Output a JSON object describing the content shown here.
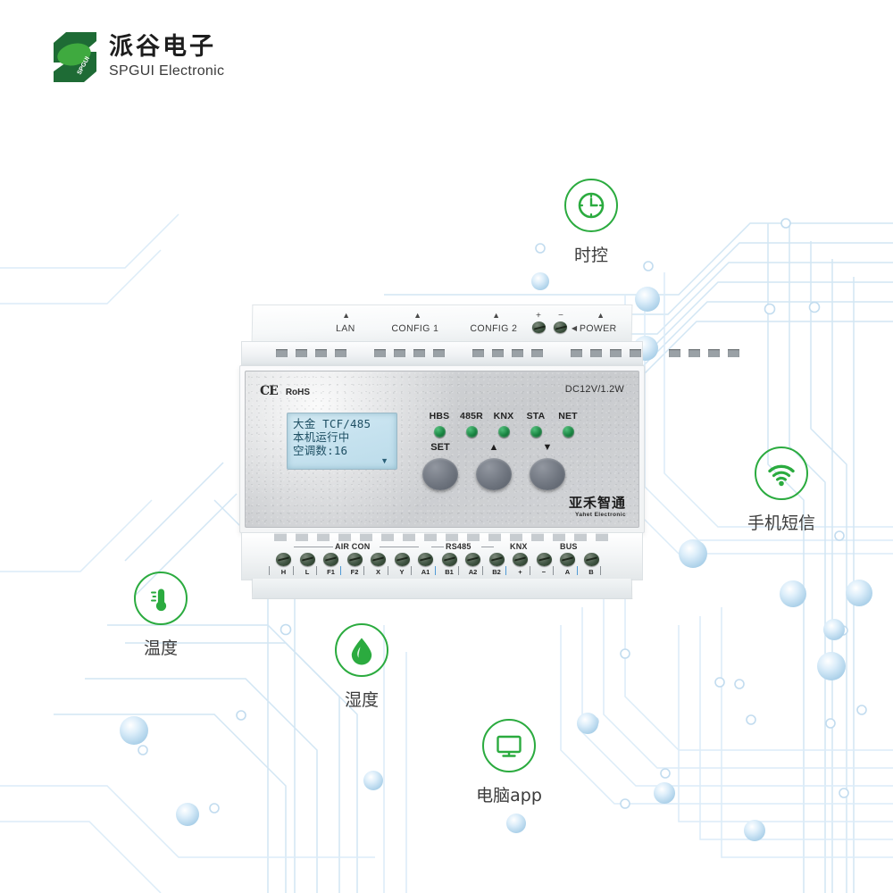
{
  "brand": {
    "cn": "派谷电子",
    "en": "SPGUI Electronic",
    "mark_icon": "spgui-leaf-logo"
  },
  "colors": {
    "accent_green": "#2bab3f",
    "logo_dark_green": "#1e6b35",
    "logo_leaf_green": "#3faa3f",
    "circuit_blue": "#cfe4f2",
    "text_dark": "#3b3b3b"
  },
  "features": [
    {
      "id": "time-control",
      "icon": "clock-icon",
      "label": "时控"
    },
    {
      "id": "sms",
      "icon": "wifi-icon",
      "label": "手机短信"
    },
    {
      "id": "temperature",
      "icon": "thermometer-icon",
      "label": "温度"
    },
    {
      "id": "humidity",
      "icon": "water-drop-icon",
      "label": "湿度"
    },
    {
      "id": "pc-app",
      "icon": "monitor-icon",
      "label": "电脑app"
    }
  ],
  "device": {
    "top_ports": [
      {
        "label": "LAN"
      },
      {
        "label": "CONFIG 1"
      },
      {
        "label": "CONFIG 2"
      }
    ],
    "power": {
      "plus": "+",
      "minus": "−",
      "label": "POWER",
      "arrow": "◀"
    },
    "port_arrow": "▲",
    "certifications": {
      "ce": "CE",
      "rohs": "RoHS"
    },
    "rating": "DC12V/1.2W",
    "lcd": {
      "line1": "大金 TCF/485",
      "line2": "本机运行中",
      "line3": "空调数:16",
      "caret": "▼"
    },
    "leds": [
      {
        "label": "HBS"
      },
      {
        "label": "485R"
      },
      {
        "label": "KNX"
      },
      {
        "label": "STA"
      },
      {
        "label": "NET"
      }
    ],
    "buttons": [
      {
        "label": "SET",
        "name": "set-button"
      },
      {
        "label": "▲",
        "name": "up-button"
      },
      {
        "label": "▼",
        "name": "down-button"
      }
    ],
    "device_brand": {
      "cn": "亚禾智通",
      "en": "Yahet Electronic"
    },
    "terminal_groups": [
      {
        "label": "AIR CON"
      },
      {
        "label": "RS485"
      },
      {
        "label": "KNX"
      },
      {
        "label": "BUS"
      }
    ],
    "terminals": [
      {
        "label": "H"
      },
      {
        "label": "L"
      },
      {
        "label": "F1"
      },
      {
        "label": "F2"
      },
      {
        "label": "X"
      },
      {
        "label": "Y"
      },
      {
        "label": "A1"
      },
      {
        "label": "B1"
      },
      {
        "label": "A2"
      },
      {
        "label": "B2"
      },
      {
        "label": "+"
      },
      {
        "label": "−"
      },
      {
        "label": "A"
      },
      {
        "label": "B"
      }
    ]
  }
}
